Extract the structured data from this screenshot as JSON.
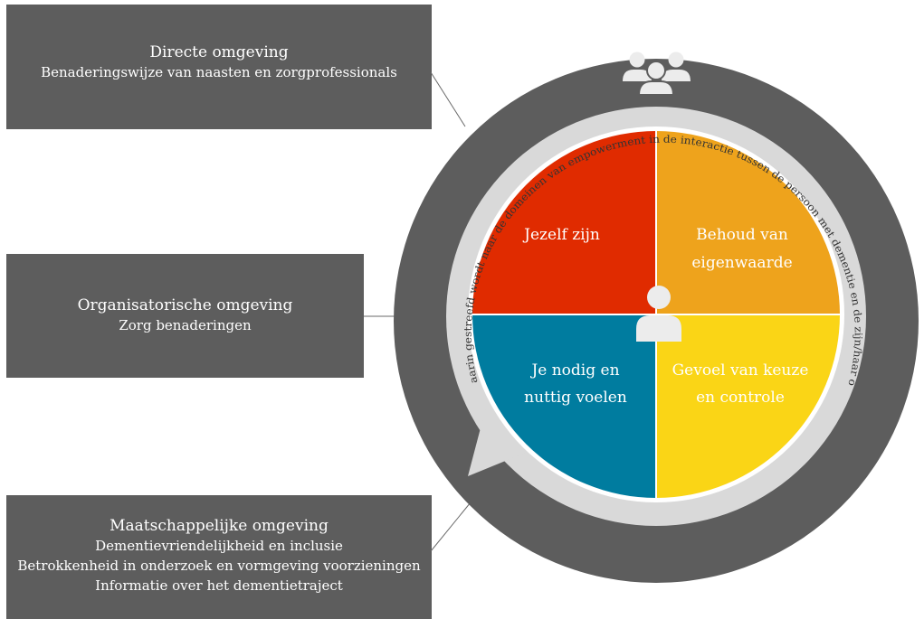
{
  "boxes": {
    "directe": {
      "title": "Directe omgeving",
      "lines": [
        "Benaderingswijze van naasten en zorgprofessionals"
      ]
    },
    "organisatorisch": {
      "title": "Organisatorische omgeving",
      "lines": [
        "Zorg benaderingen"
      ]
    },
    "maatschappelijk": {
      "title": "Maatschappelijke omgeving",
      "lines": [
        "Dementievriendelijkheid en inclusie",
        "Betrokkenheid in onderzoek en vormgeving voorzieningen",
        "Informatie over het dementietraject"
      ]
    }
  },
  "circle": {
    "arc_text": "Proces waarin gestreefd wordt naar de domeinen van empowerment in de interactie tussen de persoon met dementie en de zijn/haar omgeving",
    "quadrants": {
      "top_left": {
        "lines": [
          "Jezelf zijn"
        ],
        "color": "#e02b00"
      },
      "top_right": {
        "lines": [
          "Behoud van",
          "eigenwaarde"
        ],
        "color": "#eea31c"
      },
      "bottom_left": {
        "lines": [
          "Je nodig en",
          "nuttig voelen"
        ],
        "color": "#007c9f"
      },
      "bottom_right": {
        "lines": [
          "Gevoel van keuze",
          "en controle"
        ],
        "color": "#fad516"
      }
    }
  },
  "colors": {
    "box": "#5d5d5d",
    "outer_ring": "#5d5d5d",
    "band": "#d9d9d9",
    "white": "#ffffff"
  },
  "icons": {
    "top": "group-of-people-icon",
    "center": "person-icon"
  }
}
